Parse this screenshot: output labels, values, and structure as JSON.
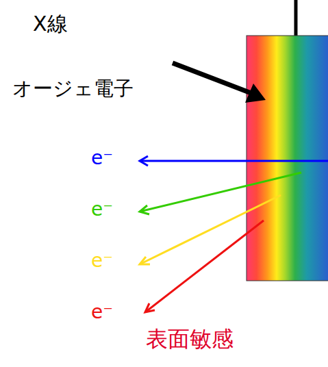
{
  "diagram": {
    "labels": [
      "X線",
      "オージェ電子",
      "e⁻",
      "e⁻",
      "e⁻",
      "e⁻",
      "表面敏感"
    ]
  }
}
